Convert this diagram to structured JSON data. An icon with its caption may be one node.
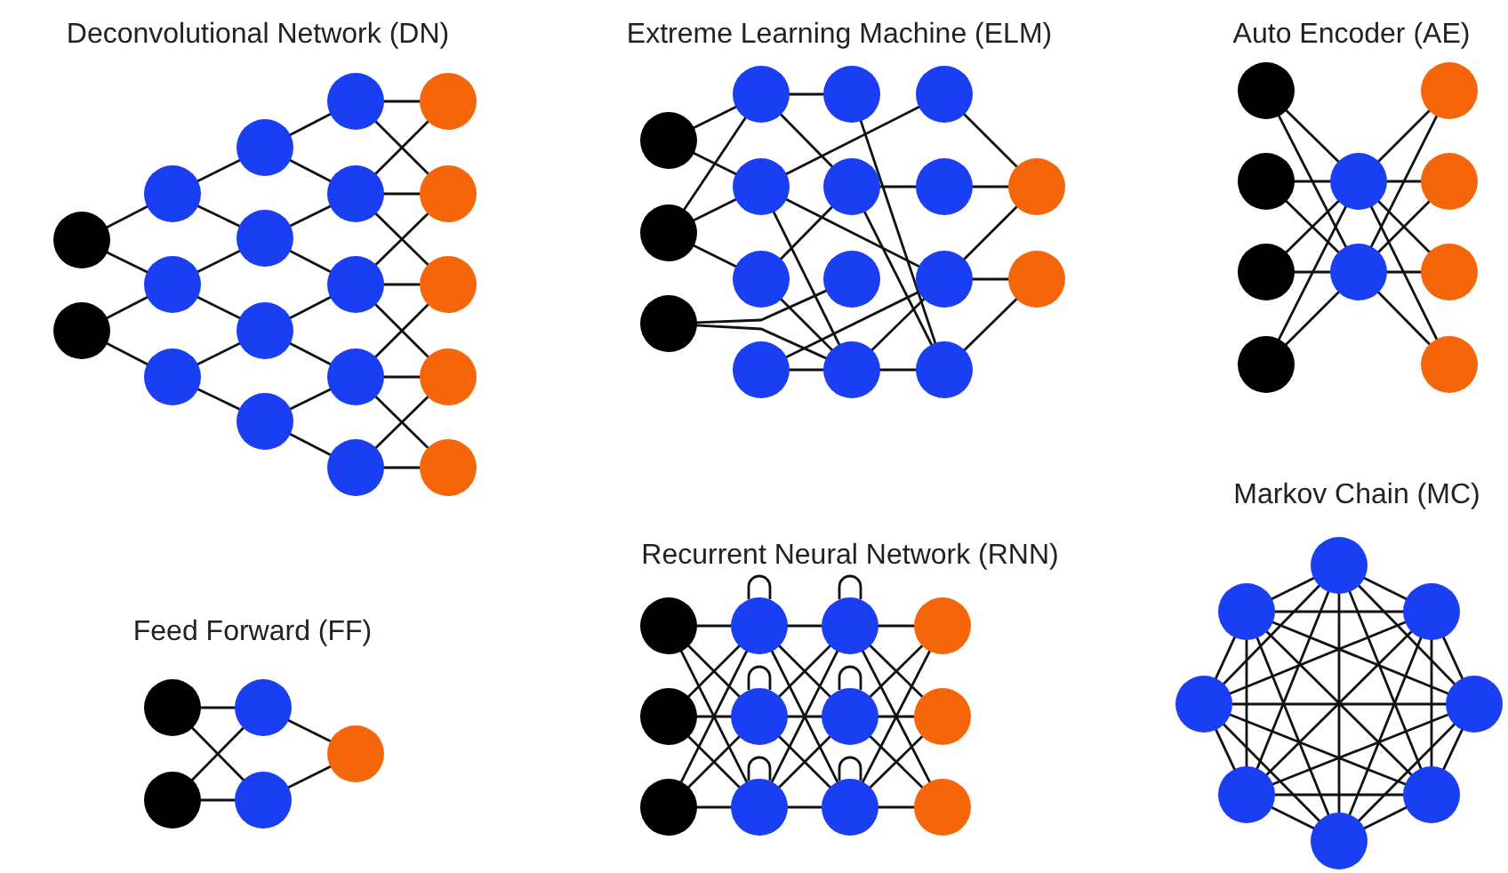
{
  "diagram": {
    "nodes": [
      {
        "text": [],
        "shape": "circle"
      },
      {
        "text": [],
        "shape": "circle"
      },
      {
        "text": [],
        "shape": "circle"
      },
      {
        "text": [],
        "shape": "circle"
      },
      {
        "text": [],
        "shape": "circle"
      },
      {
        "text": [],
        "shape": "circle"
      },
      {
        "text": [],
        "shape": "circle"
      },
      {
        "text": [],
        "shape": "circle"
      },
      {
        "text": [],
        "shape": "circle"
      },
      {
        "text": [],
        "shape": "circle"
      },
      {
        "text": [],
        "shape": "circle"
      },
      {
        "text": [],
        "shape": "circle"
      },
      {
        "text": [],
        "shape": "circle"
      },
      {
        "text": [],
        "shape": "circle"
      },
      {
        "text": [],
        "shape": "circle"
      },
      {
        "text": [],
        "shape": "circle"
      },
      {
        "text": [],
        "shape": "circle"
      },
      {
        "text": [],
        "shape": "circle"
      },
      {
        "text": [],
        "shape": "circle"
      },
      {
        "text": [],
        "shape": "circle"
      },
      {
        "text": [],
        "shape": "circle"
      },
      {
        "text": [],
        "shape": "circle"
      },
      {
        "text": [],
        "shape": "circle"
      },
      {
        "text": [],
        "shape": "circle"
      },
      {
        "text": [],
        "shape": "circle"
      },
      {
        "text": [],
        "shape": "circle"
      },
      {
        "text": [],
        "shape": "circle"
      },
      {
        "text": [],
        "shape": "circle"
      },
      {
        "text": [],
        "shape": "circle"
      },
      {
        "text": [],
        "shape": "circle"
      },
      {
        "text": [],
        "shape": "circle"
      },
      {
        "text": [],
        "shape": "circle"
      },
      {
        "text": [],
        "shape": "circle"
      },
      {
        "text": [],
        "shape": "circle"
      },
      {
        "text": [],
        "shape": "circle"
      },
      {
        "text": [],
        "shape": "circle"
      },
      {
        "text": [],
        "shape": "circle"
      },
      {
        "text": [],
        "shape": "circle"
      },
      {
        "text": [],
        "shape": "circle"
      },
      {
        "text": [],
        "shape": "circle"
      },
      {
        "text": [],
        "shape": "circle"
      },
      {
        "text": [],
        "shape": "circle"
      },
      {
        "text": [],
        "shape": "circle"
      },
      {
        "text": [],
        "shape": "circle"
      },
      {
        "text": [],
        "shape": "circle"
      },
      {
        "text": [],
        "shape": "circle"
      },
      {
        "text": [],
        "shape": "circle"
      },
      {
        "text": [],
        "shape": "circle"
      },
      {
        "text": [],
        "shape": "circle"
      },
      {
        "text": [],
        "shape": "circle"
      },
      {
        "text": [],
        "shape": "circle"
      },
      {
        "text": [],
        "shape": "circle"
      },
      {
        "text": [],
        "shape": "circle"
      },
      {
        "text": [],
        "shape": "circle"
      },
      {
        "text": [],
        "shape": "circle"
      },
      {
        "text": [],
        "shape": "circle"
      },
      {
        "text": [],
        "shape": "circle"
      },
      {
        "text": [],
        "shape": "circle"
      },
      {
        "text": [],
        "shape": "circle"
      },
      {
        "text": [],
        "shape": "circle"
      },
      {
        "text": [],
        "shape": "circle"
      },
      {
        "text": [],
        "shape": "circle"
      },
      {
        "text": [],
        "shape": "circle"
      },
      {
        "text": [],
        "shape": "circle"
      },
      {
        "text": [],
        "shape": "circle"
      },
      {
        "text": [],
        "shape": "circle"
      },
      {
        "text": [],
        "shape": "circle"
      },
      {
        "text": [],
        "shape": "circle"
      },
      {
        "text": [],
        "shape": "circle"
      },
      {
        "text": [],
        "shape": "circle"
      },
      {
        "text": [],
        "shape": "circle"
      }
    ],
    "edges": [
      {
        "from": 0,
        "to": 2,
        "arrow": "none"
      },
      {
        "from": 0,
        "to": 3,
        "arrow": "none"
      },
      {
        "from": 1,
        "to": 3,
        "arrow": "none"
      },
      {
        "from": 1,
        "to": 4,
        "arrow": "none"
      },
      {
        "from": 2,
        "to": 5,
        "arrow": "none"
      },
      {
        "from": 2,
        "to": 6,
        "arrow": "none"
      },
      {
        "from": 3,
        "to": 6,
        "arrow": "none"
      },
      {
        "from": 3,
        "to": 7,
        "arrow": "none"
      },
      {
        "from": 4,
        "to": 7,
        "arrow": "none"
      },
      {
        "from": 4,
        "to": 8,
        "arrow": "none"
      },
      {
        "from": 5,
        "to": 9,
        "arrow": "none"
      },
      {
        "from": 5,
        "to": 10,
        "arrow": "none"
      },
      {
        "from": 6,
        "to": 10,
        "arrow": "none"
      },
      {
        "from": 6,
        "to": 11,
        "arrow": "none"
      },
      {
        "from": 7,
        "to": 11,
        "arrow": "none"
      },
      {
        "from": 7,
        "to": 12,
        "arrow": "none"
      },
      {
        "from": 8,
        "to": 12,
        "arrow": "none"
      },
      {
        "from": 8,
        "to": 13,
        "arrow": "none"
      },
      {
        "from": 9,
        "to": 14,
        "arrow": "none"
      },
      {
        "from": 9,
        "to": 15,
        "arrow": "none"
      },
      {
        "from": 10,
        "to": 14,
        "arrow": "none"
      },
      {
        "from": 10,
        "to": 15,
        "arrow": "none"
      },
      {
        "from": 10,
        "to": 16,
        "arrow": "none"
      },
      {
        "from": 11,
        "to": 15,
        "arrow": "none"
      },
      {
        "from": 11,
        "to": 16,
        "arrow": "none"
      },
      {
        "from": 11,
        "to": 17,
        "arrow": "none"
      },
      {
        "from": 12,
        "to": 16,
        "arrow": "none"
      },
      {
        "from": 12,
        "to": 17,
        "arrow": "none"
      },
      {
        "from": 12,
        "to": 18,
        "arrow": "none"
      },
      {
        "from": 13,
        "to": 17,
        "arrow": "none"
      },
      {
        "from": 13,
        "to": 18,
        "arrow": "none"
      },
      {
        "from": 19,
        "to": 22,
        "arrow": "none"
      },
      {
        "from": 19,
        "to": 23,
        "arrow": "none"
      },
      {
        "from": 20,
        "to": 22,
        "arrow": "none"
      },
      {
        "from": 20,
        "to": 23,
        "arrow": "none"
      },
      {
        "from": 20,
        "to": 24,
        "arrow": "none"
      },
      {
        "from": 21,
        "to": 28,
        "arrow": "none"
      },
      {
        "from": 21,
        "to": 29,
        "arrow": "none"
      },
      {
        "from": 22,
        "to": 26,
        "arrow": "none"
      },
      {
        "from": 22,
        "to": 27,
        "arrow": "none"
      },
      {
        "from": 23,
        "to": 30,
        "arrow": "none"
      },
      {
        "from": 23,
        "to": 32,
        "arrow": "none"
      },
      {
        "from": 23,
        "to": 29,
        "arrow": "none"
      },
      {
        "from": 24,
        "to": 27,
        "arrow": "none"
      },
      {
        "from": 24,
        "to": 29,
        "arrow": "none"
      },
      {
        "from": 25,
        "to": 29,
        "arrow": "none"
      },
      {
        "from": 25,
        "to": 32,
        "arrow": "none"
      },
      {
        "from": 26,
        "to": 33,
        "arrow": "none"
      },
      {
        "from": 27,
        "to": 31,
        "arrow": "none"
      },
      {
        "from": 27,
        "to": 33,
        "arrow": "none"
      },
      {
        "from": 29,
        "to": 32,
        "arrow": "none"
      },
      {
        "from": 29,
        "to": 33,
        "arrow": "none"
      },
      {
        "from": 30,
        "to": 34,
        "arrow": "none"
      },
      {
        "from": 31,
        "to": 34,
        "arrow": "none"
      },
      {
        "from": 32,
        "to": 34,
        "arrow": "none"
      },
      {
        "from": 32,
        "to": 35,
        "arrow": "none"
      },
      {
        "from": 33,
        "to": 35,
        "arrow": "none"
      },
      {
        "from": 36,
        "to": 40,
        "arrow": "none"
      },
      {
        "from": 36,
        "to": 41,
        "arrow": "none"
      },
      {
        "from": 37,
        "to": 40,
        "arrow": "none"
      },
      {
        "from": 37,
        "to": 41,
        "arrow": "none"
      },
      {
        "from": 38,
        "to": 40,
        "arrow": "none"
      },
      {
        "from": 38,
        "to": 41,
        "arrow": "none"
      },
      {
        "from": 39,
        "to": 40,
        "arrow": "none"
      },
      {
        "from": 39,
        "to": 41,
        "arrow": "none"
      },
      {
        "from": 40,
        "to": 42,
        "arrow": "none"
      },
      {
        "from": 40,
        "to": 43,
        "arrow": "none"
      },
      {
        "from": 40,
        "to": 44,
        "arrow": "none"
      },
      {
        "from": 40,
        "to": 45,
        "arrow": "none"
      },
      {
        "from": 41,
        "to": 42,
        "arrow": "none"
      },
      {
        "from": 41,
        "to": 43,
        "arrow": "none"
      },
      {
        "from": 41,
        "to": 44,
        "arrow": "none"
      },
      {
        "from": 41,
        "to": 45,
        "arrow": "none"
      },
      {
        "from": 46,
        "to": 47,
        "arrow": "none"
      },
      {
        "from": 46,
        "to": 48,
        "arrow": "none"
      },
      {
        "from": 46,
        "to": 49,
        "arrow": "none"
      },
      {
        "from": 46,
        "to": 50,
        "arrow": "none"
      },
      {
        "from": 46,
        "to": 51,
        "arrow": "none"
      },
      {
        "from": 46,
        "to": 52,
        "arrow": "none"
      },
      {
        "from": 46,
        "to": 53,
        "arrow": "none"
      },
      {
        "from": 47,
        "to": 48,
        "arrow": "none"
      },
      {
        "from": 47,
        "to": 49,
        "arrow": "none"
      },
      {
        "from": 47,
        "to": 50,
        "arrow": "none"
      },
      {
        "from": 47,
        "to": 51,
        "arrow": "none"
      },
      {
        "from": 47,
        "to": 52,
        "arrow": "none"
      },
      {
        "from": 47,
        "to": 53,
        "arrow": "none"
      },
      {
        "from": 48,
        "to": 49,
        "arrow": "none"
      },
      {
        "from": 48,
        "to": 50,
        "arrow": "none"
      },
      {
        "from": 48,
        "to": 51,
        "arrow": "none"
      },
      {
        "from": 48,
        "to": 52,
        "arrow": "none"
      },
      {
        "from": 48,
        "to": 53,
        "arrow": "none"
      },
      {
        "from": 49,
        "to": 50,
        "arrow": "none"
      },
      {
        "from": 49,
        "to": 51,
        "arrow": "none"
      },
      {
        "from": 49,
        "to": 52,
        "arrow": "none"
      },
      {
        "from": 49,
        "to": 53,
        "arrow": "none"
      },
      {
        "from": 50,
        "to": 51,
        "arrow": "none"
      },
      {
        "from": 50,
        "to": 52,
        "arrow": "none"
      },
      {
        "from": 50,
        "to": 53,
        "arrow": "none"
      },
      {
        "from": 51,
        "to": 52,
        "arrow": "none"
      },
      {
        "from": 51,
        "to": 53,
        "arrow": "none"
      },
      {
        "from": 52,
        "to": 53,
        "arrow": "none"
      },
      {
        "from": 57,
        "to": 57,
        "arrow": "none"
      },
      {
        "from": 60,
        "to": 60,
        "arrow": "none"
      },
      {
        "from": 58,
        "to": 58,
        "arrow": "none"
      },
      {
        "from": 61,
        "to": 61,
        "arrow": "none"
      },
      {
        "from": 59,
        "to": 59,
        "arrow": "none"
      },
      {
        "from": 62,
        "to": 62,
        "arrow": "none"
      },
      {
        "from": 54,
        "to": 57,
        "arrow": "none"
      },
      {
        "from": 54,
        "to": 58,
        "arrow": "none"
      },
      {
        "from": 54,
        "to": 59,
        "arrow": "none"
      },
      {
        "from": 55,
        "to": 57,
        "arrow": "none"
      },
      {
        "from": 55,
        "to": 58,
        "arrow": "none"
      },
      {
        "from": 55,
        "to": 59,
        "arrow": "none"
      },
      {
        "from": 56,
        "to": 57,
        "arrow": "none"
      },
      {
        "from": 56,
        "to": 58,
        "arrow": "none"
      },
      {
        "from": 56,
        "to": 59,
        "arrow": "none"
      },
      {
        "from": 57,
        "to": 60,
        "arrow": "none"
      },
      {
        "from": 57,
        "to": 61,
        "arrow": "none"
      },
      {
        "from": 57,
        "to": 62,
        "arrow": "none"
      },
      {
        "from": 58,
        "to": 60,
        "arrow": "none"
      },
      {
        "from": 58,
        "to": 61,
        "arrow": "none"
      },
      {
        "from": 58,
        "to": 62,
        "arrow": "none"
      },
      {
        "from": 59,
        "to": 60,
        "arrow": "none"
      },
      {
        "from": 59,
        "to": 61,
        "arrow": "none"
      },
      {
        "from": 59,
        "to": 62,
        "arrow": "none"
      },
      {
        "from": 60,
        "to": 63,
        "arrow": "none"
      },
      {
        "from": 60,
        "to": 64,
        "arrow": "none"
      },
      {
        "from": 60,
        "to": 65,
        "arrow": "none"
      },
      {
        "from": 61,
        "to": 63,
        "arrow": "none"
      },
      {
        "from": 61,
        "to": 64,
        "arrow": "none"
      },
      {
        "from": 61,
        "to": 65,
        "arrow": "none"
      },
      {
        "from": 62,
        "to": 63,
        "arrow": "none"
      },
      {
        "from": 62,
        "to": 64,
        "arrow": "none"
      },
      {
        "from": 62,
        "to": 65,
        "arrow": "none"
      },
      {
        "from": 66,
        "to": 68,
        "arrow": "none"
      },
      {
        "from": 66,
        "to": 69,
        "arrow": "none"
      },
      {
        "from": 67,
        "to": 68,
        "arrow": "none"
      },
      {
        "from": 67,
        "to": 69,
        "arrow": "none"
      },
      {
        "from": 68,
        "to": 70,
        "arrow": "none"
      },
      {
        "from": 69,
        "to": 70,
        "arrow": "none"
      }
    ],
    "labels": [
      "Deconvolutional Network (DN)",
      "Extreme Learning Machine (ELM)",
      "Auto Encoder (AE)",
      "Markov Chain (MC)",
      "Recurrent Neural Network (RNN)",
      "Feed Forward (FF)"
    ]
  }
}
